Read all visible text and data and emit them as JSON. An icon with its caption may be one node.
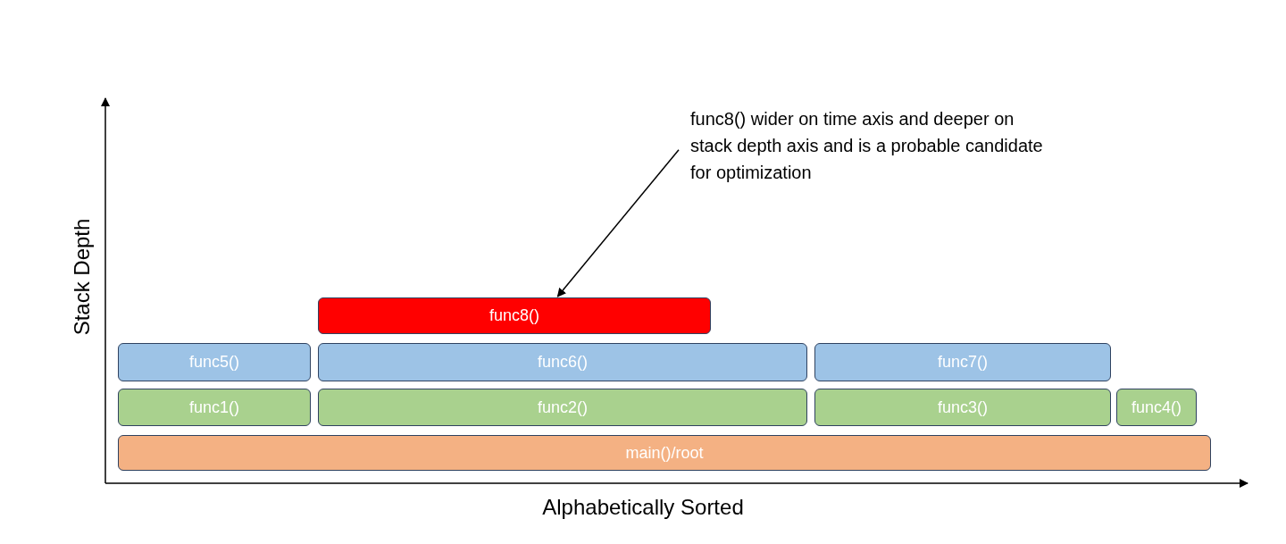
{
  "diagram": {
    "nodes": [
      {
        "text": [
          "func8() wider on time axis and deeper on stack depth axis and is a probable candidate for optimization"
        ]
      },
      {
        "text": [
          "func8()"
        ]
      },
      {
        "text": [
          "func5()"
        ]
      },
      {
        "text": [
          "func6()"
        ]
      },
      {
        "text": [
          "func7()"
        ]
      },
      {
        "text": [
          "func1()"
        ]
      },
      {
        "text": [
          "func2()"
        ]
      },
      {
        "text": [
          "func3()"
        ]
      },
      {
        "text": [
          "func4()"
        ]
      },
      {
        "text": [
          "main()/root"
        ]
      }
    ],
    "edges": [
      {
        "from": 0,
        "to": 1,
        "arrow": "to"
      }
    ],
    "labels": [
      "Stack Depth",
      "Alphabetically Sorted"
    ]
  }
}
